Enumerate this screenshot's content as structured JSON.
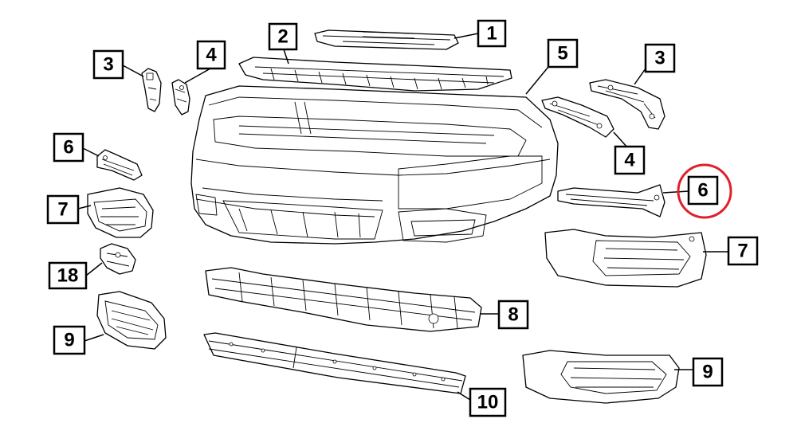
{
  "labels": [
    {
      "id": "1",
      "text": "1"
    },
    {
      "id": "2",
      "text": "2"
    },
    {
      "id": "3a",
      "text": "3"
    },
    {
      "id": "3b",
      "text": "3"
    },
    {
      "id": "4a",
      "text": "4"
    },
    {
      "id": "4b",
      "text": "4"
    },
    {
      "id": "5",
      "text": "5"
    },
    {
      "id": "6a",
      "text": "6"
    },
    {
      "id": "6b",
      "text": "6"
    },
    {
      "id": "7a",
      "text": "7"
    },
    {
      "id": "7b",
      "text": "7"
    },
    {
      "id": "8",
      "text": "8"
    },
    {
      "id": "9a",
      "text": "9"
    },
    {
      "id": "9b",
      "text": "9"
    },
    {
      "id": "10",
      "text": "10"
    },
    {
      "id": "18",
      "text": "18"
    }
  ],
  "highlight": {
    "target": "6b",
    "color": "#e0202a"
  },
  "colors": {
    "ink": "#000000",
    "paper": "#ffffff"
  }
}
